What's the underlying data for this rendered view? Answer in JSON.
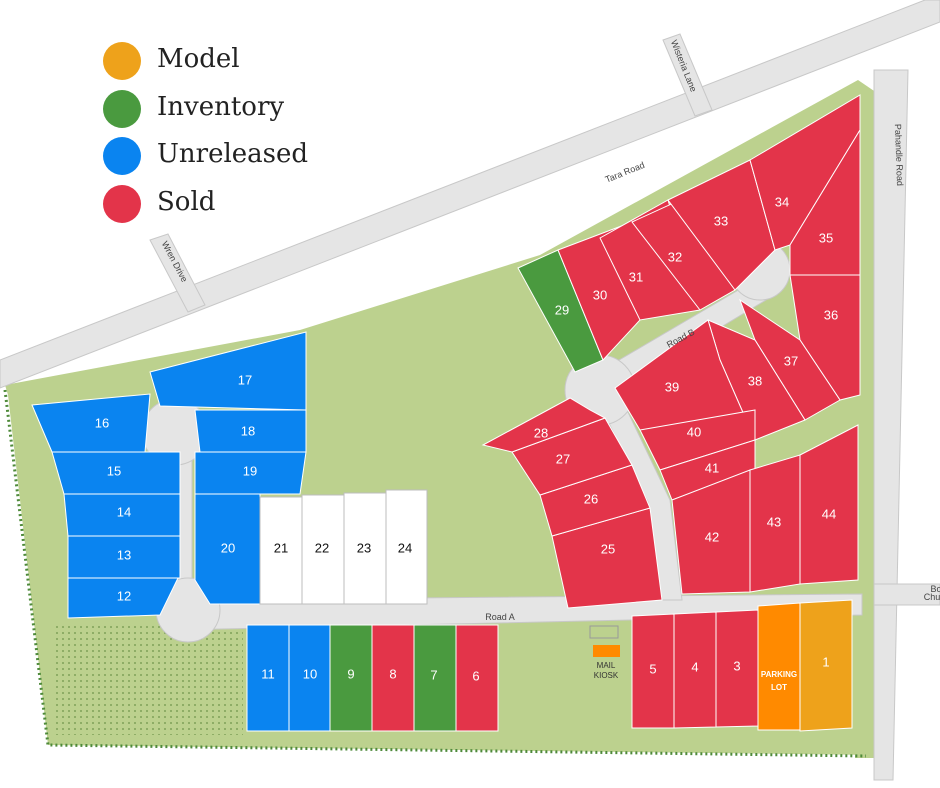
{
  "colors": {
    "model": "#EEA21B",
    "inventory": "#4A9A3F",
    "unreleased": "#0A84F0",
    "sold": "#E3344A",
    "white_lot": "#FFFFFF",
    "parking": "#FF8A00",
    "green_space": "#BCD18E",
    "road": "#E5E5E5"
  },
  "legend": [
    {
      "status": "model",
      "label": "Model"
    },
    {
      "status": "inventory",
      "label": "Inventory"
    },
    {
      "status": "unreleased",
      "label": "Unreleased"
    },
    {
      "status": "sold",
      "label": "Sold"
    }
  ],
  "roads": {
    "road_a": "Road A",
    "road_b": "Road B",
    "tara": "Tara Road",
    "wisteria": "Wisteria Lane",
    "wren": "Wren Drive",
    "pahandle": "Pahandle Road",
    "bo": "Bo",
    "chu": "Chu"
  },
  "labels": {
    "mail_1": "MAIL",
    "mail_2": "KIOSK",
    "parking_1": "PARKING",
    "parking_2": "LOT"
  },
  "lots": [
    {
      "id": "1",
      "status": "model"
    },
    {
      "id": "3",
      "status": "sold"
    },
    {
      "id": "4",
      "status": "sold"
    },
    {
      "id": "5",
      "status": "sold"
    },
    {
      "id": "6",
      "status": "sold"
    },
    {
      "id": "7",
      "status": "inventory"
    },
    {
      "id": "8",
      "status": "sold"
    },
    {
      "id": "9",
      "status": "inventory"
    },
    {
      "id": "10",
      "status": "unreleased"
    },
    {
      "id": "11",
      "status": "unreleased"
    },
    {
      "id": "12",
      "status": "unreleased"
    },
    {
      "id": "13",
      "status": "unreleased"
    },
    {
      "id": "14",
      "status": "unreleased"
    },
    {
      "id": "15",
      "status": "unreleased"
    },
    {
      "id": "16",
      "status": "unreleased"
    },
    {
      "id": "17",
      "status": "unreleased"
    },
    {
      "id": "18",
      "status": "unreleased"
    },
    {
      "id": "19",
      "status": "unreleased"
    },
    {
      "id": "20",
      "status": "unreleased"
    },
    {
      "id": "21",
      "status": "none"
    },
    {
      "id": "22",
      "status": "none"
    },
    {
      "id": "23",
      "status": "none"
    },
    {
      "id": "24",
      "status": "none"
    },
    {
      "id": "25",
      "status": "sold"
    },
    {
      "id": "26",
      "status": "sold"
    },
    {
      "id": "27",
      "status": "sold"
    },
    {
      "id": "28",
      "status": "sold"
    },
    {
      "id": "29",
      "status": "inventory"
    },
    {
      "id": "30",
      "status": "sold"
    },
    {
      "id": "31",
      "status": "sold"
    },
    {
      "id": "32",
      "status": "sold"
    },
    {
      "id": "33",
      "status": "sold"
    },
    {
      "id": "34",
      "status": "sold"
    },
    {
      "id": "35",
      "status": "sold"
    },
    {
      "id": "36",
      "status": "sold"
    },
    {
      "id": "37",
      "status": "sold"
    },
    {
      "id": "38",
      "status": "sold"
    },
    {
      "id": "39",
      "status": "sold"
    },
    {
      "id": "40",
      "status": "sold"
    },
    {
      "id": "41",
      "status": "sold"
    },
    {
      "id": "42",
      "status": "sold"
    },
    {
      "id": "43",
      "status": "sold"
    },
    {
      "id": "44",
      "status": "sold"
    }
  ]
}
